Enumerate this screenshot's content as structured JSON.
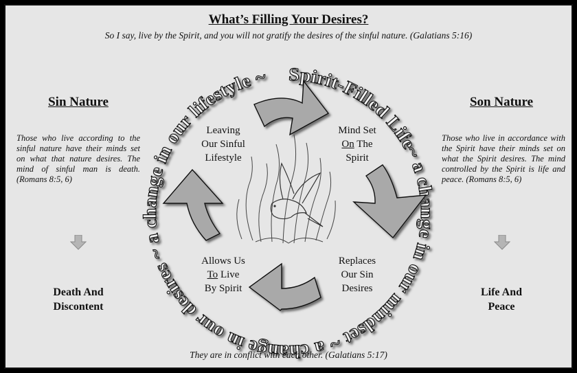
{
  "title": "What’s Filling Your Desires?",
  "subtitle": "So I say, live by the Spirit, and you will not gratify the desires of the sinful nature.  (Galatians 5:16)",
  "footer": "They are in conflict with each other.  (Galatians 5:17)",
  "left": {
    "heading": "Sin Nature",
    "text": "Those who live according to the sinful nature have their minds set on what that nature desires.  The mind of sinful man is death.  (Romans 8:5, 6)",
    "outcome_line1": "Death And",
    "outcome_line2": "Discontent"
  },
  "right": {
    "heading": "Son Nature",
    "text": "Those who live in accordance with the Spirit have their minds set on what the Spirit desires. The mind controlled by the Spirit is life and peace.  (Romans 8:5, 6)",
    "outcome_line1": "Life And",
    "outcome_line2": "Peace"
  },
  "circle_text": "Spirit-Filled Life~ a change in our mindset ~ a change in our desires ~ a change in our lifestyle ~",
  "steps": {
    "leaving": {
      "line1": "Leaving",
      "line2": "Our Sinful",
      "line3": "Lifestyle"
    },
    "mindset": {
      "line1": "Mind Set",
      "line2a": "On",
      "line2b": " The",
      "line3": "Spirit"
    },
    "replaces": {
      "line1": "Replaces",
      "line2": "Our Sin",
      "line3": "Desires"
    },
    "allows": {
      "line1": "Allows Us",
      "line2a": "To",
      "line2b": " Live",
      "line3": "By Spirit"
    }
  },
  "colors": {
    "background": "#e6e6e6",
    "border": "#111111",
    "arrow_fill": "#a9a9a9",
    "arrow_light": "#f2f2f2",
    "shadow": "#555555"
  },
  "icons": {
    "center": "dove-with-flames-icon",
    "down": "down-arrow-icon"
  }
}
